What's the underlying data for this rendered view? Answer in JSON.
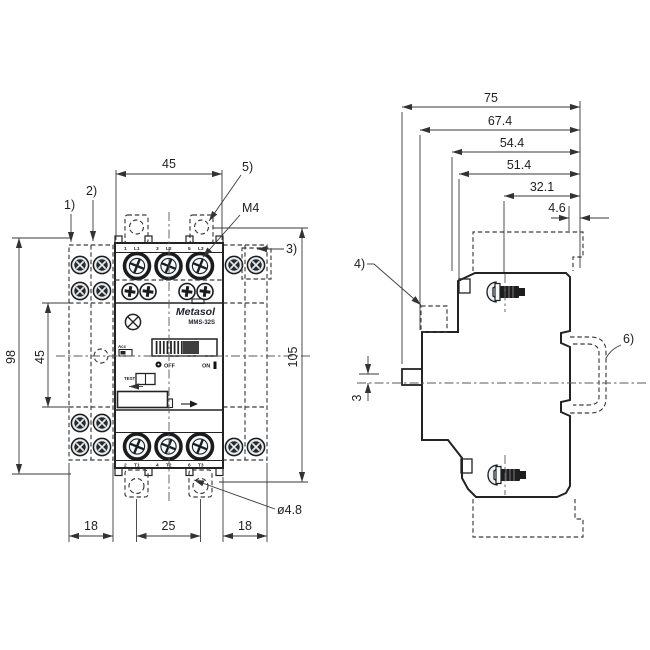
{
  "drawing": {
    "front": {
      "dims": {
        "width": "45",
        "height": "98",
        "inner_height": "45",
        "total_height": "105",
        "foot_left": "18",
        "foot_center": "25",
        "foot_right": "18",
        "hole_dia": "ø4.8",
        "screw_thread": "M4"
      },
      "callouts": {
        "c1": "1)",
        "c2": "2)",
        "c3": "3)",
        "c5": "5)"
      },
      "terminals_top": [
        {
          "n": "1",
          "p": "L1"
        },
        {
          "n": "3",
          "p": "L2"
        },
        {
          "n": "5",
          "p": "L3"
        }
      ],
      "terminals_bottom": [
        {
          "n": "2",
          "p": "T1"
        },
        {
          "n": "4",
          "p": "T2"
        },
        {
          "n": "6",
          "p": "T3"
        }
      ],
      "device": {
        "brand": "Metasol",
        "model": "MMS-32S",
        "acc": "Acc",
        "test": "TEST",
        "off": "OFF",
        "on": "ON"
      }
    },
    "side": {
      "dims": {
        "d75": "75",
        "d674": "67.4",
        "d544": "54.4",
        "d514": "51.4",
        "d321": "32.1",
        "d46": "4.6",
        "d3": "3"
      },
      "callouts": {
        "c4": "4)",
        "c6": "6)"
      }
    },
    "colors": {
      "body_fill_light": "#f3f9fd",
      "body_fill": "#c7e5f5",
      "accessory_fill": "#d9ecf8",
      "outline": "#232323",
      "dimension": "#3a3a3a"
    }
  }
}
